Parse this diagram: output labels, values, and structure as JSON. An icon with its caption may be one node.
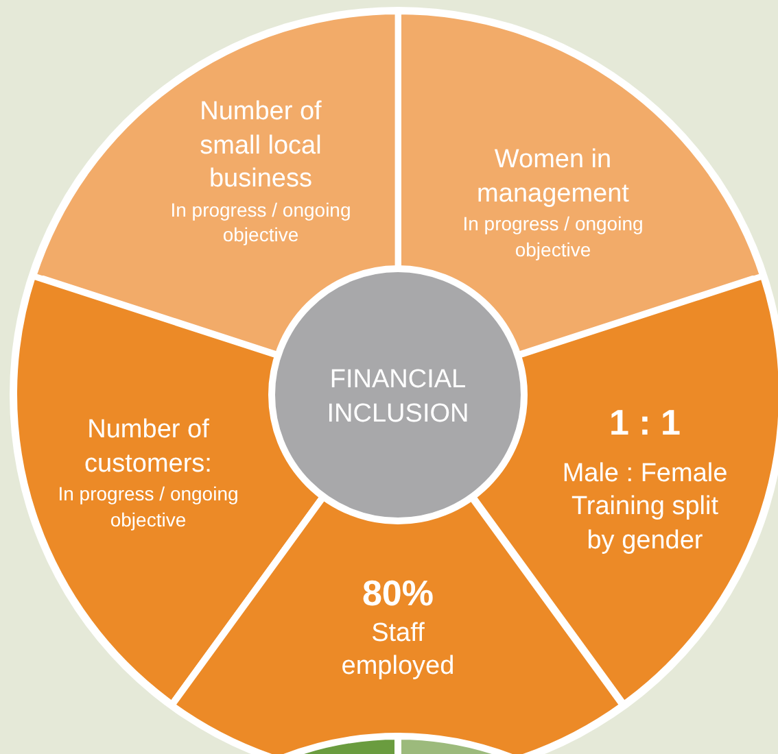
{
  "diagram": {
    "nodes": [
      {
        "text": [
          "Number of small local business",
          "In progress / ongoing objective"
        ]
      },
      {
        "text": [
          "Women in management",
          "In progress / ongoing objective"
        ]
      },
      {
        "text": [
          "FINANCIAL INCLUSION"
        ]
      },
      {
        "text": [
          "Number of customers:",
          "In progress / ongoing objective"
        ]
      },
      {
        "text": [
          "1 : 1",
          "Male : Female Training split by gender"
        ]
      },
      {
        "text": [
          "80%",
          "Staff employed"
        ]
      }
    ]
  }
}
